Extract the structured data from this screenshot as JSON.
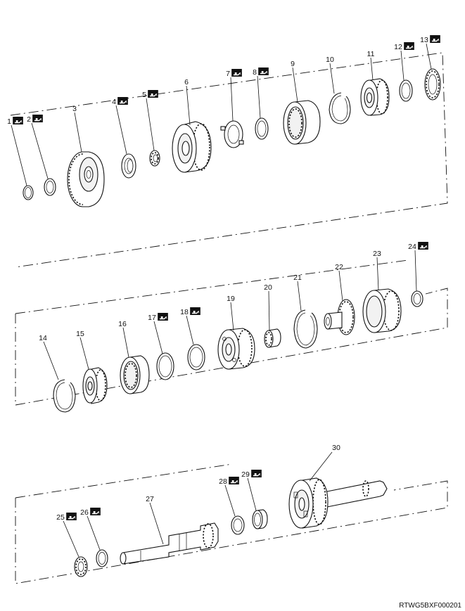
{
  "diagram": {
    "drawing_code": "RTWG5BXF000201",
    "parts": [
      {
        "n": "1",
        "oil": true
      },
      {
        "n": "2",
        "oil": true
      },
      {
        "n": "3",
        "oil": false
      },
      {
        "n": "4",
        "oil": true
      },
      {
        "n": "5",
        "oil": true
      },
      {
        "n": "6",
        "oil": false
      },
      {
        "n": "7",
        "oil": true
      },
      {
        "n": "8",
        "oil": true
      },
      {
        "n": "9",
        "oil": false
      },
      {
        "n": "10",
        "oil": false
      },
      {
        "n": "11",
        "oil": false
      },
      {
        "n": "12",
        "oil": true
      },
      {
        "n": "13",
        "oil": true
      },
      {
        "n": "14",
        "oil": false
      },
      {
        "n": "15",
        "oil": false
      },
      {
        "n": "16",
        "oil": false
      },
      {
        "n": "17",
        "oil": true
      },
      {
        "n": "18",
        "oil": true
      },
      {
        "n": "19",
        "oil": false
      },
      {
        "n": "20",
        "oil": false
      },
      {
        "n": "21",
        "oil": false
      },
      {
        "n": "22",
        "oil": false
      },
      {
        "n": "23",
        "oil": false
      },
      {
        "n": "24",
        "oil": true
      },
      {
        "n": "25",
        "oil": true
      },
      {
        "n": "26",
        "oil": true
      },
      {
        "n": "27",
        "oil": false
      },
      {
        "n": "28",
        "oil": true
      },
      {
        "n": "29",
        "oil": true
      },
      {
        "n": "30",
        "oil": false
      }
    ],
    "icon": "oil-can-icon",
    "colors": {
      "line": "#111111",
      "background": "#ffffff"
    }
  }
}
